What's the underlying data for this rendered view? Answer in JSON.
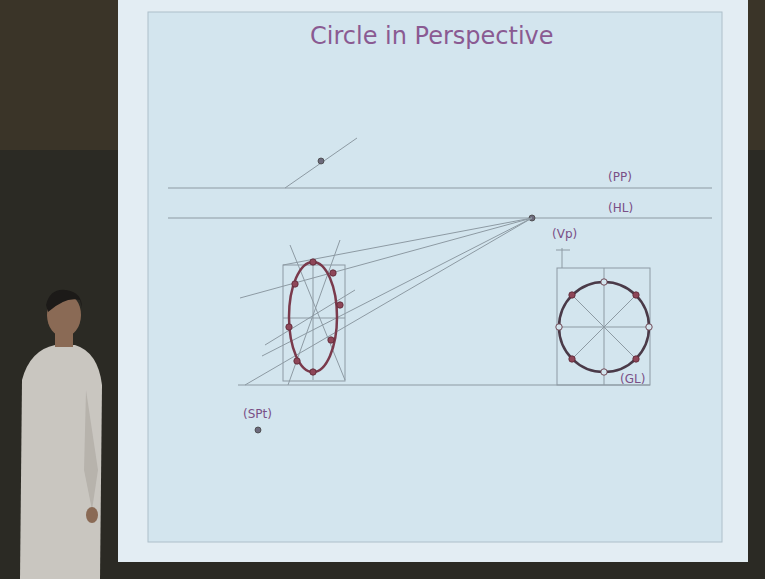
{
  "diagram": {
    "title": "Circle in Perspective",
    "labels": [
      "(PP)",
      "(HL)",
      "(Vp)",
      "(GL)",
      "(SPt)"
    ]
  }
}
